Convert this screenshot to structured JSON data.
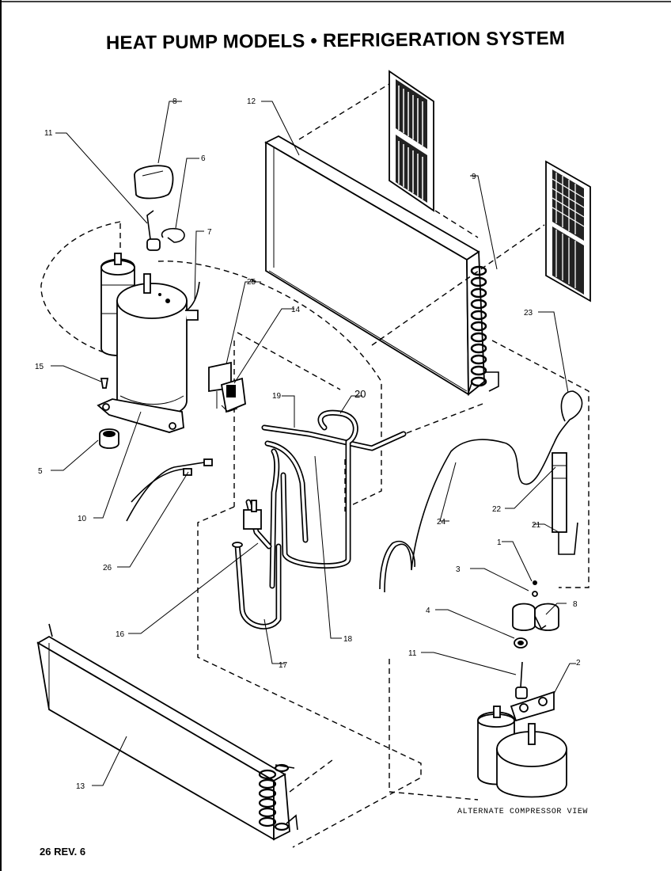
{
  "title": "HEAT PUMP MODELS • REFRIGERATION SYSTEM",
  "caption": "ALTERNATE COMPRESSOR VIEW",
  "footer": "26 REV. 6",
  "callouts": {
    "c1": "1",
    "c2": "2",
    "c3": "3",
    "c4": "4",
    "c5": "5",
    "c6": "6",
    "c7": "7",
    "c8a": "8",
    "c8b": "8",
    "c9": "9",
    "c10": "10",
    "c11a": "11",
    "c11b": "11",
    "c12": "12",
    "c13": "13",
    "c14": "14",
    "c15": "15",
    "c16": "16",
    "c17": "17",
    "c18": "18",
    "c19": "19",
    "c20": "20",
    "c21": "21",
    "c22": "22",
    "c23": "23",
    "c24": "24",
    "c25": "25",
    "c26": "26"
  }
}
